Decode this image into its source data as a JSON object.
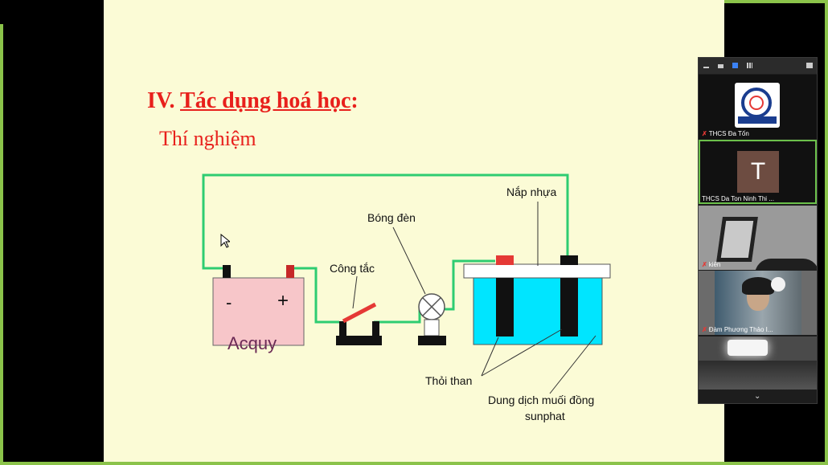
{
  "slide": {
    "title_num": "IV.",
    "title_text": "Tác dụng hoá học",
    "title_colon": ":",
    "subtitle": "Thí nghiệm",
    "diagram": {
      "battery_label": "Acquy",
      "minus": "-",
      "plus": "+",
      "switch_label": "Công tắc",
      "bulb_label": "Bóng đèn",
      "lid_label": "Nắp nhựa",
      "electrode_label": "Thỏi than",
      "solution_label_1": "Dung dịch muối đồng",
      "solution_label_2": "sunphat"
    }
  },
  "participants": [
    {
      "name": "THCS Đa Tốn",
      "muted": true
    },
    {
      "name": "THCS Da Ton Ninh Thi ...",
      "muted": false,
      "initial": "T"
    },
    {
      "name": "kiên",
      "muted": true
    },
    {
      "name": "Đàm Phương Thảo I...",
      "muted": true
    },
    {
      "name": "",
      "muted": false
    }
  ],
  "colors": {
    "slide_bg": "#fbfbd6",
    "title_red": "#e8201c",
    "wire_green": "#2ecc71",
    "battery_pink": "#f7c6c9",
    "water_cyan": "#00e5ff",
    "accent_green": "#8bc34a"
  }
}
